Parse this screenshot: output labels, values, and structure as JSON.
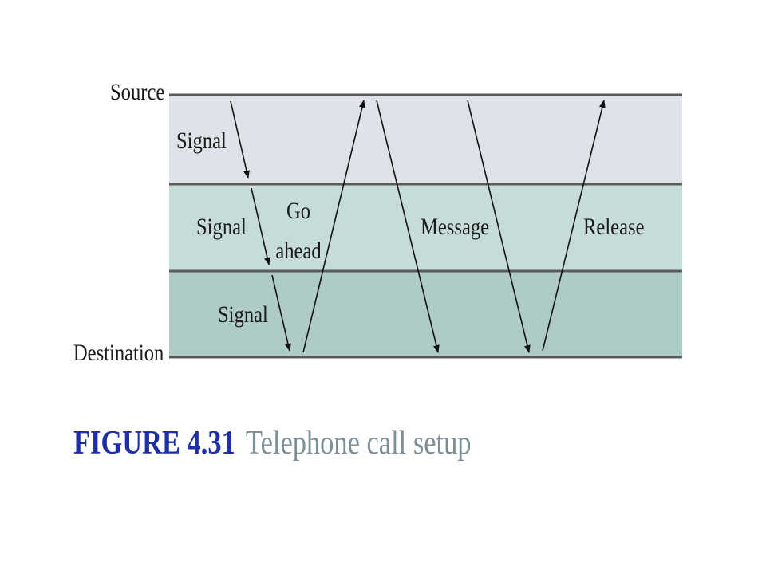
{
  "diagram": {
    "source_label": "Source",
    "destination_label": "Destination",
    "signal_labels": [
      "Signal",
      "Signal",
      "Signal"
    ],
    "go_ahead_label": [
      "Go",
      "ahead"
    ],
    "message_label": "Message",
    "release_label": "Release",
    "colors": {
      "band_top": "#dde3e8",
      "band_middle": "#c6dcd9",
      "band_bottom": "#afcbc6",
      "line": "#5a5a5a",
      "arrow": "#111111"
    }
  },
  "caption": {
    "figure_number": "FIGURE 4.31",
    "title": "Telephone call setup",
    "colors": {
      "number": "#1e2fa8",
      "title": "#7c8e96"
    }
  }
}
